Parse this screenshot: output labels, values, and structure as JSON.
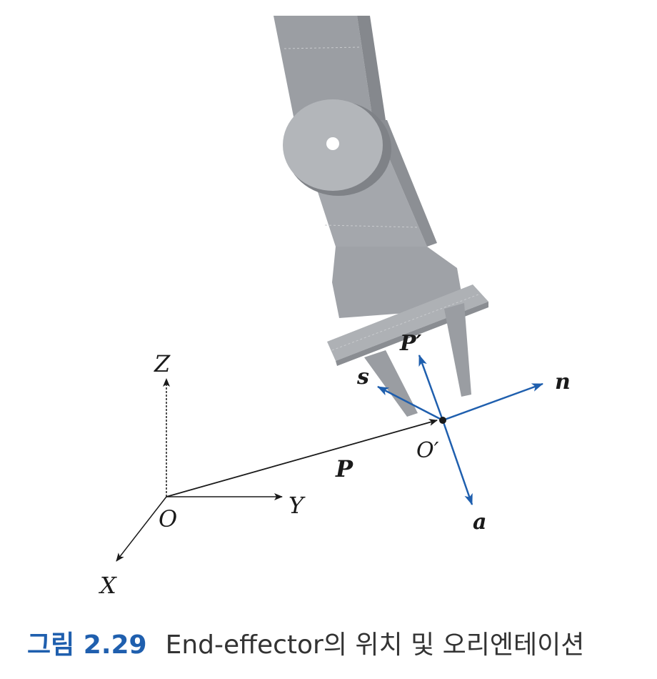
{
  "colors": {
    "vector_blue": "#1f5fae",
    "axis_black": "#1a1a1a",
    "robot_gray": "#9b9ea3",
    "caption_accent": "#1f5fae"
  },
  "labels": {
    "z_axis": "Z",
    "y_axis": "Y",
    "x_axis": "X",
    "origin": "O",
    "position_vector": "P",
    "p_prime": "P′",
    "o_prime": "O′",
    "s_vector": "s",
    "n_vector": "n",
    "a_vector": "a"
  },
  "caption": {
    "figure_number": "그림 2.29",
    "text": "End-effector의 위치 및 오리엔테이션"
  }
}
